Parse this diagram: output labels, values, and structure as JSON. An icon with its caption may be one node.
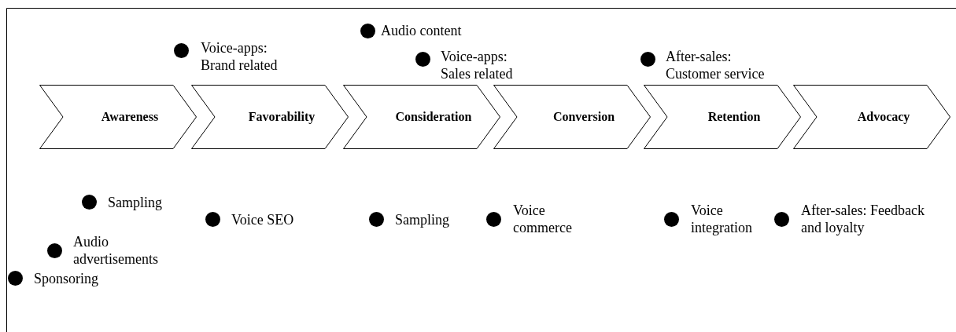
{
  "diagram": {
    "nodes": [
      {
        "text": [
          "Awareness"
        ]
      },
      {
        "text": [
          "Favorability"
        ]
      },
      {
        "text": [
          "Consideration"
        ]
      },
      {
        "text": [
          "Conversion"
        ]
      },
      {
        "text": [
          "Retention"
        ]
      },
      {
        "text": [
          "Advocacy"
        ]
      }
    ],
    "edges": [],
    "labels": [
      "Audio content",
      "Voice-apps: Brand related",
      "Voice-apps: Sales related",
      "After-sales: Customer service",
      "Sampling",
      "Voice SEO",
      "Sampling",
      "Voice commerce",
      "Voice integration",
      "After-sales: Feedback and loyalty",
      "Audio advertisements",
      "Sponsoring"
    ]
  }
}
